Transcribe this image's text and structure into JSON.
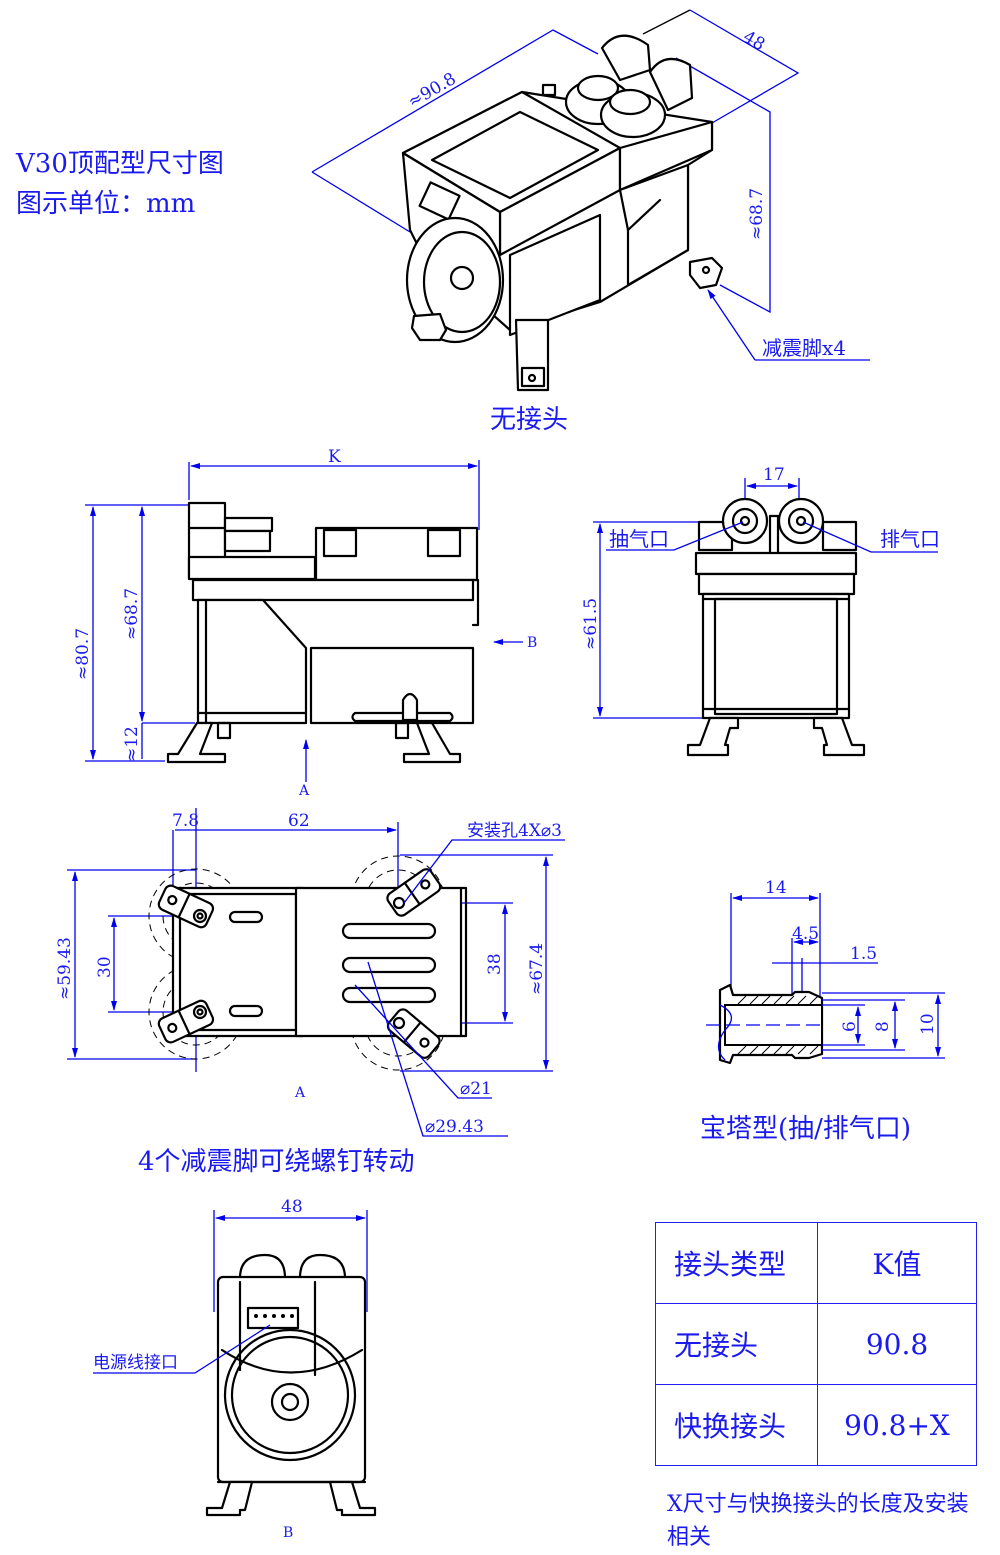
{
  "header": {
    "title": "V30顶配型尺寸图",
    "unit_label": "图示单位：mm"
  },
  "iso_view": {
    "dim_length": "≈90.8",
    "dim_width": "48",
    "dim_height": "≈68.7",
    "foot_label": "减震脚x4",
    "caption": "无接头"
  },
  "side_view": {
    "dim_k": "K",
    "dim_total_height": "≈80.7",
    "dim_body_height": "≈68.7",
    "dim_foot_height": "≈12",
    "arrow_a": "A",
    "arrow_b": "B"
  },
  "end_view": {
    "dim_port_spacing": "17",
    "dim_height": "≈61.5",
    "inlet_label": "抽气口",
    "outlet_label": "排气口"
  },
  "bottom_view": {
    "dim_offset": "7.8",
    "dim_hole_spacing_x": "62",
    "hole_label": "安装孔4X⌀3",
    "dim_width_left": "≈59.43",
    "dim_hole_spacing_left": "30",
    "dim_hole_spacing_right": "38",
    "dim_width_right": "≈67.4",
    "dim_circle_inner": "⌀21",
    "dim_circle_outer": "⌀29.43",
    "view_label": "A",
    "caption": "4个减震脚可绕螺钉转动"
  },
  "barb_view": {
    "dim_length": "14",
    "dim_step": "4.5",
    "dim_lip": "1.5",
    "dim_inner": "6",
    "dim_mid": "8",
    "dim_outer": "10",
    "caption": "宝塔型(抽/排气口)"
  },
  "rear_view": {
    "dim_width": "48",
    "connector_label": "电源线接口",
    "view_label": "B"
  },
  "k_table": {
    "header": [
      "接头类型",
      "K值"
    ],
    "rows": [
      [
        "无接头",
        "90.8"
      ],
      [
        "快换接头",
        "90.8+X"
      ]
    ],
    "note": "X尺寸与快换接头的长度及安装相关"
  }
}
